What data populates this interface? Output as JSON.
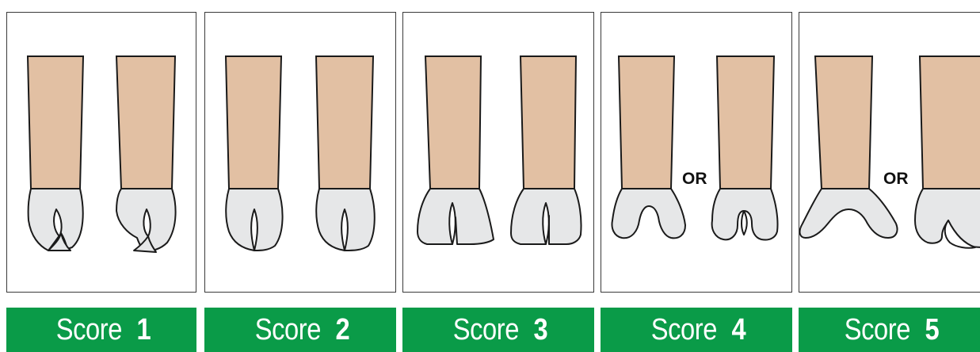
{
  "panels": [
    {
      "word": "Score",
      "number": "1"
    },
    {
      "word": "Score",
      "number": "2"
    },
    {
      "word": "Score",
      "number": "3"
    },
    {
      "word": "Score",
      "number": "4",
      "or_label": "OR"
    },
    {
      "word": "Score",
      "number": "5",
      "or_label": "OR"
    }
  ],
  "colors": {
    "banner": "#0a9b48",
    "leg": "#e2c0a3",
    "hoof": "#e6e7e8",
    "outline": "#1a1a1a"
  }
}
